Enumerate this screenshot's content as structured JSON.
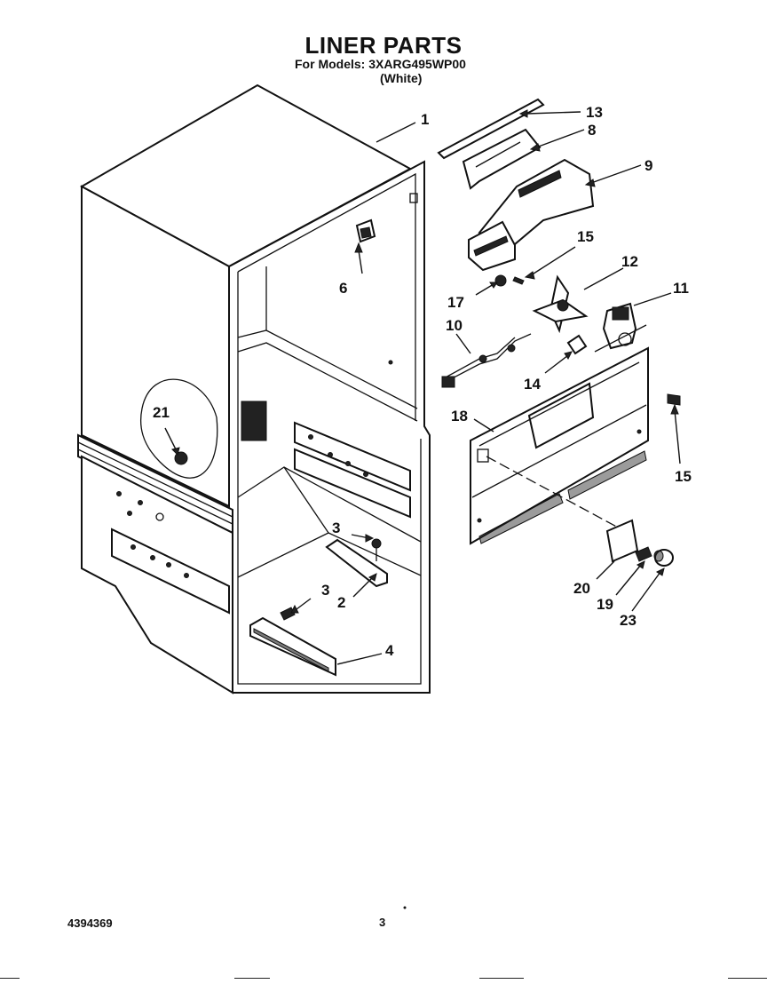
{
  "header": {
    "title": "LINER PARTS",
    "models_line": "For Models: 3XARG495WP00",
    "color_line": "(White)"
  },
  "footer": {
    "doc_number": "4394369",
    "page_number": "3"
  },
  "callouts": [
    {
      "id": "c1",
      "label": "1"
    },
    {
      "id": "c13",
      "label": "13"
    },
    {
      "id": "c8",
      "label": "8"
    },
    {
      "id": "c9",
      "label": "9"
    },
    {
      "id": "c15a",
      "label": "15"
    },
    {
      "id": "c12",
      "label": "12"
    },
    {
      "id": "c11",
      "label": "11"
    },
    {
      "id": "c6",
      "label": "6"
    },
    {
      "id": "c17",
      "label": "17"
    },
    {
      "id": "c10",
      "label": "10"
    },
    {
      "id": "c14",
      "label": "14"
    },
    {
      "id": "c18",
      "label": "18"
    },
    {
      "id": "c15b",
      "label": "15"
    },
    {
      "id": "c21",
      "label": "21"
    },
    {
      "id": "c3a",
      "label": "3"
    },
    {
      "id": "c3b",
      "label": "3"
    },
    {
      "id": "c2",
      "label": "2"
    },
    {
      "id": "c4",
      "label": "4"
    },
    {
      "id": "c20",
      "label": "20"
    },
    {
      "id": "c19",
      "label": "19"
    },
    {
      "id": "c23",
      "label": "23"
    }
  ]
}
